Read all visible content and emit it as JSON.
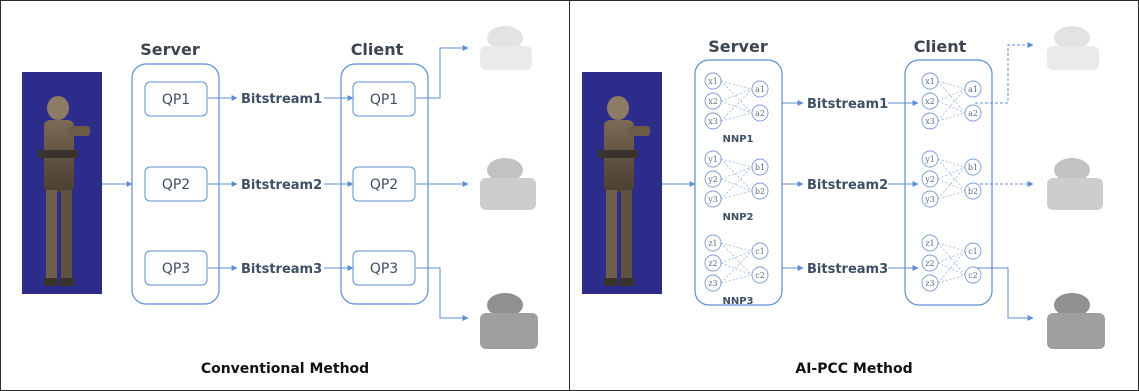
{
  "colors": {
    "accent": "#5b8ed6",
    "frame": "#2b2b2b",
    "soldier_bg": "#2c2c8a"
  },
  "conventional": {
    "server_label": "Server",
    "client_label": "Client",
    "server_qps": [
      "QP1",
      "QP2",
      "QP3"
    ],
    "client_qps": [
      "QP1",
      "QP2",
      "QP3"
    ],
    "bitstreams": [
      "Bitstream1",
      "Bitstream2",
      "Bitstream3"
    ],
    "caption": "Conventional Method"
  },
  "aipcc": {
    "server_label": "Server",
    "client_label": "Client",
    "bitstreams": [
      "Bitstream1",
      "Bitstream2",
      "Bitstream3"
    ],
    "networks": [
      {
        "name": "NNP1",
        "inputs": [
          "x1",
          "x2",
          "x3"
        ],
        "outputs": [
          "a1",
          "a2"
        ]
      },
      {
        "name": "NNP2",
        "inputs": [
          "y1",
          "y2",
          "y3"
        ],
        "outputs": [
          "b1",
          "b2"
        ]
      },
      {
        "name": "NNP3",
        "inputs": [
          "z1",
          "z2",
          "z3"
        ],
        "outputs": [
          "c1",
          "c2"
        ]
      }
    ],
    "caption": "AI-PCC Method"
  }
}
